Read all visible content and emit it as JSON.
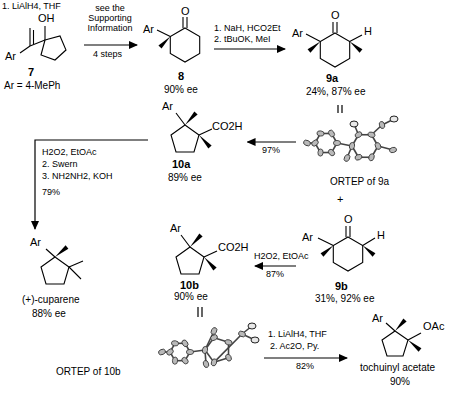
{
  "diagram": {
    "nodes": [
      {
        "text": [
          "OH",
          "Ar",
          "7",
          "Ar = 4-MePh"
        ]
      },
      {
        "text": [
          "O",
          "Ar",
          "8",
          "90% ee"
        ]
      },
      {
        "text": [
          "O",
          "H",
          "Ar",
          "9a",
          "24%, 87% ee"
        ]
      },
      {
        "text": [
          "ORTEP of 9a"
        ]
      },
      {
        "text": [
          "Ar",
          "CO2H",
          "10a",
          "89% ee"
        ]
      },
      {
        "text": [
          "Ar",
          "(+)-cuparene",
          "88% ee"
        ]
      },
      {
        "text": [
          "O",
          "H",
          "Ar",
          "9b",
          "31%, 92% ee"
        ]
      },
      {
        "text": [
          "Ar",
          "CO2H",
          "10b",
          "90% ee"
        ]
      },
      {
        "text": [
          "ORTEP of 10b"
        ]
      },
      {
        "text": [
          "Ar",
          "OAc",
          "tochuinyl acetate",
          "90%"
        ]
      }
    ],
    "edges": [
      {
        "from": 0,
        "to": 1,
        "arrow": "to",
        "label": "see the Supporting Information"
      },
      {
        "from": 1,
        "to": 2,
        "arrow": "to",
        "label": "1. NaH, HCO2Et"
      },
      {
        "from": 2,
        "to": 3,
        "arrow": "none"
      },
      {
        "from": 3,
        "to": 4,
        "arrow": "to",
        "label": "H2O2, EtOAc"
      },
      {
        "from": 4,
        "to": 5,
        "arrow": "to",
        "label": "1. LiAlH4, THF"
      },
      {
        "from": 6,
        "to": 7,
        "arrow": "to",
        "label": "H2O2, EtOAc"
      },
      {
        "from": 7,
        "to": 8,
        "arrow": "none"
      },
      {
        "from": 8,
        "to": 9,
        "arrow": "to",
        "label": "1. LiAlH4, THF"
      }
    ],
    "labels": [
      "4 steps",
      "2. tBuOK, MeI",
      "97%",
      "2. Swern",
      "3. NH2NH2, KOH",
      "79%",
      "+",
      "87%",
      "2. Ac2O, Py.",
      "82%"
    ]
  }
}
